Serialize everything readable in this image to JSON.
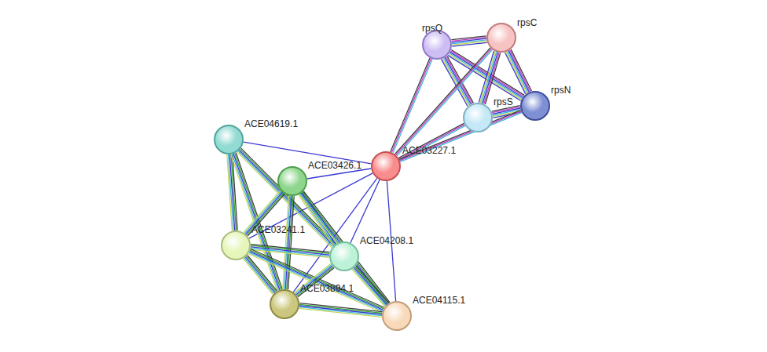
{
  "diagram": {
    "nodes": [
      {
        "text": [
          "rpsC"
        ]
      },
      {
        "text": [
          "rpsQ"
        ]
      },
      {
        "text": [
          "rpsN"
        ]
      },
      {
        "text": [
          "rpsS"
        ]
      },
      {
        "text": [
          "ACE04619.1"
        ]
      },
      {
        "text": [
          "ACE03227.1"
        ]
      },
      {
        "text": [
          "ACE03426.1"
        ]
      },
      {
        "text": [
          "ACE03241.1"
        ]
      },
      {
        "text": [
          "ACE04208.1"
        ]
      },
      {
        "text": [
          "ACE03894.1"
        ]
      },
      {
        "text": [
          "ACE04115.1"
        ]
      }
    ],
    "edges": [
      {
        "from": 1,
        "to": 0,
        "arrow": "none"
      },
      {
        "from": 1,
        "to": 3,
        "arrow": "none"
      },
      {
        "from": 1,
        "to": 2,
        "arrow": "none"
      },
      {
        "from": 0,
        "to": 3,
        "arrow": "none"
      },
      {
        "from": 0,
        "to": 2,
        "arrow": "none"
      },
      {
        "from": 3,
        "to": 2,
        "arrow": "none"
      },
      {
        "from": 5,
        "to": 1,
        "arrow": "none"
      },
      {
        "from": 5,
        "to": 0,
        "arrow": "none"
      },
      {
        "from": 5,
        "to": 3,
        "arrow": "none"
      },
      {
        "from": 5,
        "to": 2,
        "arrow": "none"
      },
      {
        "from": 5,
        "to": 4,
        "arrow": "none"
      },
      {
        "from": 5,
        "to": 6,
        "arrow": "none"
      },
      {
        "from": 5,
        "to": 7,
        "arrow": "none"
      },
      {
        "from": 5,
        "to": 8,
        "arrow": "none"
      },
      {
        "from": 5,
        "to": 9,
        "arrow": "none"
      },
      {
        "from": 5,
        "to": 10,
        "arrow": "none"
      },
      {
        "from": 4,
        "to": 7,
        "arrow": "none"
      },
      {
        "from": 4,
        "to": 9,
        "arrow": "none"
      },
      {
        "from": 4,
        "to": 8,
        "arrow": "none"
      },
      {
        "from": 6,
        "to": 7,
        "arrow": "none"
      },
      {
        "from": 6,
        "to": 9,
        "arrow": "none"
      },
      {
        "from": 6,
        "to": 8,
        "arrow": "none"
      },
      {
        "from": 6,
        "to": 10,
        "arrow": "none"
      },
      {
        "from": 7,
        "to": 8,
        "arrow": "none"
      },
      {
        "from": 7,
        "to": 9,
        "arrow": "none"
      },
      {
        "from": 7,
        "to": 10,
        "arrow": "none"
      },
      {
        "from": 8,
        "to": 9,
        "arrow": "none"
      },
      {
        "from": 8,
        "to": 10,
        "arrow": "none"
      },
      {
        "from": 9,
        "to": 10,
        "arrow": "none"
      }
    ]
  }
}
